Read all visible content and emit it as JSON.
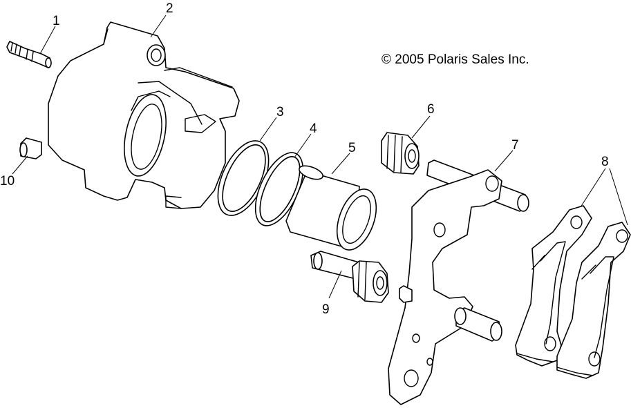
{
  "copyright": "© 2005 Polaris Sales Inc.",
  "callouts": [
    {
      "id": "1",
      "label": "1"
    },
    {
      "id": "2",
      "label": "2"
    },
    {
      "id": "3",
      "label": "3"
    },
    {
      "id": "4",
      "label": "4"
    },
    {
      "id": "5",
      "label": "5"
    },
    {
      "id": "6",
      "label": "6"
    },
    {
      "id": "7",
      "label": "7"
    },
    {
      "id": "8",
      "label": "8"
    },
    {
      "id": "9",
      "label": "9"
    },
    {
      "id": "10",
      "label": "10"
    }
  ]
}
